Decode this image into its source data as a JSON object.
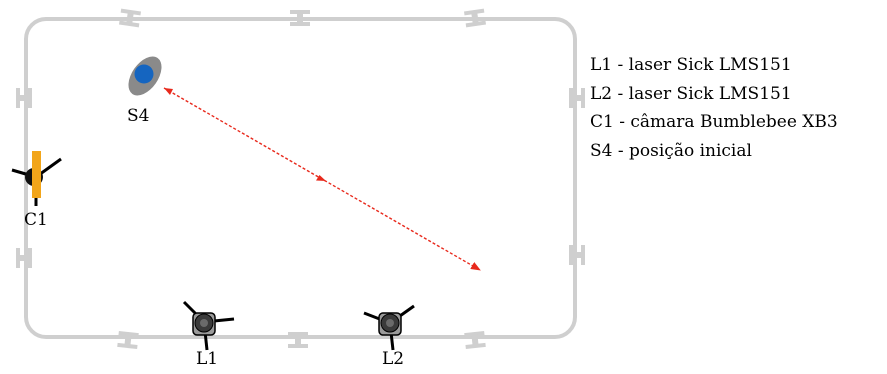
{
  "labels": {
    "s4": "S4",
    "c1": "C1",
    "l1": "L1",
    "l2": "L2"
  },
  "legend": [
    "L1 - laser Sick LMS151",
    "L2 - laser Sick LMS151",
    "C1 - câmara Bumblebee XB3",
    "S4 - posição inicial"
  ],
  "colors": {
    "arena": "#c8c8c8",
    "path": "#e8291c",
    "camera_body": "#f2a51a",
    "s4_outer": "#8a8a8a",
    "s4_inner": "#1565c0"
  }
}
